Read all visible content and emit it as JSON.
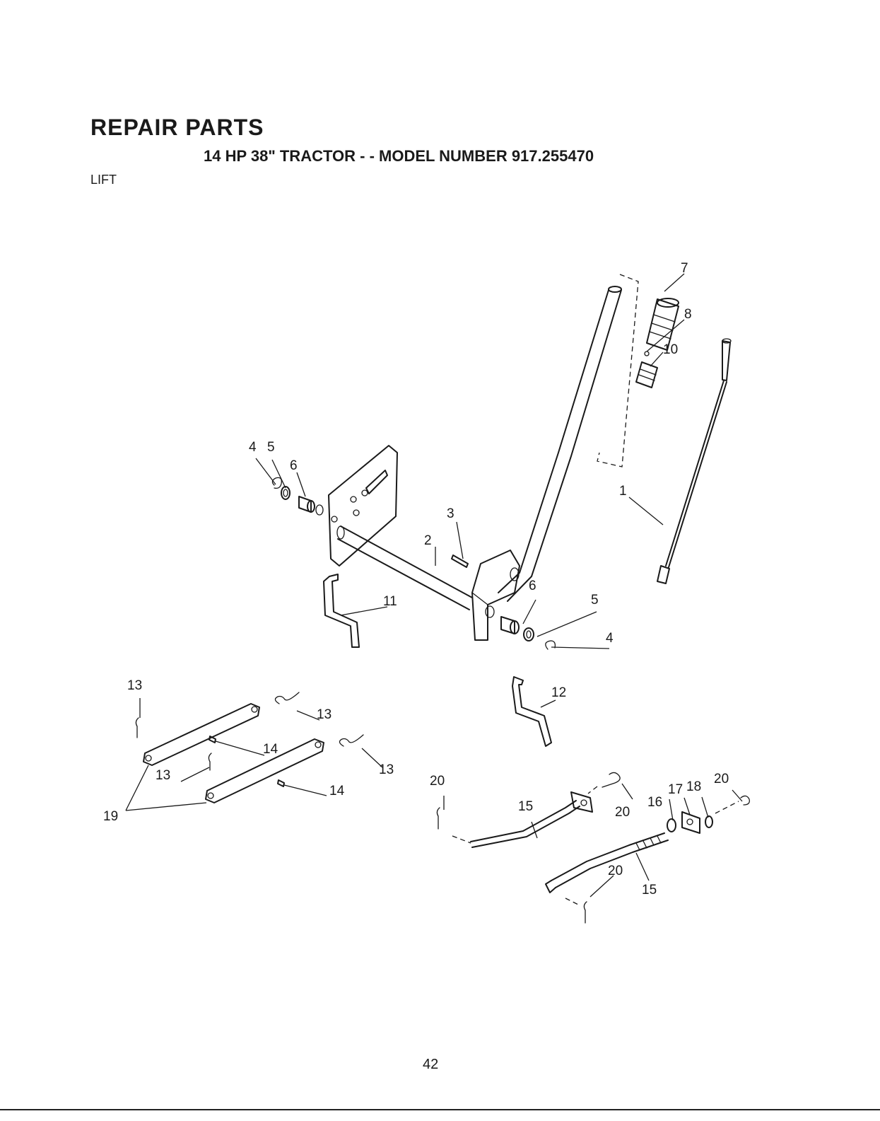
{
  "header": {
    "title": "REPAIR PARTS",
    "subtitle": "14 HP 38\" TRACTOR - - MODEL NUMBER 917.255470",
    "section": "LIFT"
  },
  "page_number": "42",
  "callouts": [
    {
      "id": "c7",
      "label": "7"
    },
    {
      "id": "c8",
      "label": "8"
    },
    {
      "id": "c10",
      "label": "10"
    },
    {
      "id": "c1",
      "label": "1"
    },
    {
      "id": "c4a",
      "label": "4"
    },
    {
      "id": "c5a",
      "label": "5"
    },
    {
      "id": "c6a",
      "label": "6"
    },
    {
      "id": "c3",
      "label": "3"
    },
    {
      "id": "c2",
      "label": "2"
    },
    {
      "id": "c11",
      "label": "11"
    },
    {
      "id": "c6b",
      "label": "6"
    },
    {
      "id": "c5b",
      "label": "5"
    },
    {
      "id": "c4b",
      "label": "4"
    },
    {
      "id": "c12",
      "label": "12"
    },
    {
      "id": "c13a",
      "label": "13"
    },
    {
      "id": "c13b",
      "label": "13"
    },
    {
      "id": "c14a",
      "label": "14"
    },
    {
      "id": "c13c",
      "label": "13"
    },
    {
      "id": "c13d",
      "label": "13"
    },
    {
      "id": "c14b",
      "label": "14"
    },
    {
      "id": "c19",
      "label": "19"
    },
    {
      "id": "c20a",
      "label": "20"
    },
    {
      "id": "c15a",
      "label": "15"
    },
    {
      "id": "c20b",
      "label": "20"
    },
    {
      "id": "c16",
      "label": "16"
    },
    {
      "id": "c17",
      "label": "17"
    },
    {
      "id": "c18",
      "label": "18"
    },
    {
      "id": "c20c",
      "label": "20"
    },
    {
      "id": "c20d",
      "label": "20"
    },
    {
      "id": "c15b",
      "label": "15"
    }
  ]
}
